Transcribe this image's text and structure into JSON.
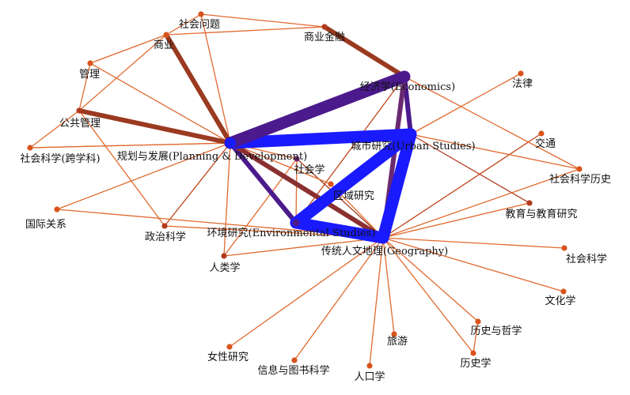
{
  "network": {
    "nodes": [
      {
        "id": "social_problems",
        "label": "社会问题",
        "color": "#d9541c",
        "size": "small"
      },
      {
        "id": "business_finance",
        "label": "商业金融",
        "color": "#b33a1f",
        "size": "small"
      },
      {
        "id": "commerce",
        "label": "商业",
        "color": "#d9541c",
        "size": "small"
      },
      {
        "id": "management",
        "label": "管理",
        "color": "#d9541c",
        "size": "small"
      },
      {
        "id": "public_management",
        "label": "公共管理",
        "color": "#b33a1f",
        "size": "small"
      },
      {
        "id": "social_science_interdisc",
        "label": "社会科学(跨学科)",
        "color": "#d9541c",
        "size": "small"
      },
      {
        "id": "planning",
        "label": "规划与发展(Planning & Development)",
        "color": "#1a1aff",
        "size": "large"
      },
      {
        "id": "economics",
        "label": "经济学(Economics)",
        "color": "#4b1a8c",
        "size": "medium"
      },
      {
        "id": "urban",
        "label": "城市研究(Urban Studies)",
        "color": "#1a1aff",
        "size": "large"
      },
      {
        "id": "law",
        "label": "法律",
        "color": "#d9541c",
        "size": "small"
      },
      {
        "id": "transport",
        "label": "交通",
        "color": "#d9541c",
        "size": "small"
      },
      {
        "id": "social_science_history",
        "label": "社会科学历史",
        "color": "#d9541c",
        "size": "small"
      },
      {
        "id": "sociology",
        "label": "社会学",
        "color": "#6a2a70",
        "size": "small"
      },
      {
        "id": "area_studies",
        "label": "区域研究",
        "color": "#d9541c",
        "size": "small"
      },
      {
        "id": "education",
        "label": "教育与教育研究",
        "color": "#b33a1f",
        "size": "small"
      },
      {
        "id": "international_relations",
        "label": "国际关系",
        "color": "#d9541c",
        "size": "small"
      },
      {
        "id": "political_science",
        "label": "政治科学",
        "color": "#b33a1f",
        "size": "small"
      },
      {
        "id": "environmental",
        "label": "环境研究(Environmental Studies)",
        "color": "#4b1a8c",
        "size": "medium"
      },
      {
        "id": "geography",
        "label": "传统人文地理(Geography)",
        "color": "#1a1aff",
        "size": "large"
      },
      {
        "id": "anthropology",
        "label": "人类学",
        "color": "#b33a1f",
        "size": "small"
      },
      {
        "id": "social_sciences",
        "label": "社会科学",
        "color": "#d9541c",
        "size": "small"
      },
      {
        "id": "cultural_studies",
        "label": "文化学",
        "color": "#d9541c",
        "size": "small"
      },
      {
        "id": "history_philosophy",
        "label": "历史与哲学",
        "color": "#d9541c",
        "size": "small"
      },
      {
        "id": "womens_studies",
        "label": "女性研究",
        "color": "#d9541c",
        "size": "small"
      },
      {
        "id": "tourism",
        "label": "旅游",
        "color": "#d9541c",
        "size": "small"
      },
      {
        "id": "info_library",
        "label": "信息与图书科学",
        "color": "#d9541c",
        "size": "small"
      },
      {
        "id": "history",
        "label": "历史学",
        "color": "#d9541c",
        "size": "small"
      },
      {
        "id": "demography",
        "label": "人口学",
        "color": "#d9541c",
        "size": "small"
      }
    ],
    "edges": [
      {
        "from": "planning",
        "to": "urban",
        "strength": "heavy",
        "color": "#1a1aff"
      },
      {
        "from": "urban",
        "to": "environmental",
        "strength": "heavy",
        "color": "#1a1aff"
      },
      {
        "from": "urban",
        "to": "geography",
        "strength": "heavy",
        "color": "#1a1aff"
      },
      {
        "from": "environmental",
        "to": "geography",
        "strength": "heavy",
        "color": "#1a1aff"
      },
      {
        "from": "planning",
        "to": "economics",
        "strength": "heavy",
        "color": "#4b1a8c"
      },
      {
        "from": "planning",
        "to": "environmental",
        "strength": "medium",
        "color": "#4b1a8c"
      },
      {
        "from": "economics",
        "to": "urban",
        "strength": "medium",
        "color": "#4b1a8c"
      },
      {
        "from": "economics",
        "to": "geography",
        "strength": "medium",
        "color": "#6a2a70"
      },
      {
        "from": "urban",
        "to": "geography",
        "strength": "medium",
        "color": "#6a2a70"
      },
      {
        "from": "planning",
        "to": "geography",
        "strength": "medium",
        "color": "#8a3030"
      },
      {
        "from": "commerce",
        "to": "planning",
        "strength": "medium",
        "color": "#9a3a20"
      },
      {
        "from": "public_management",
        "to": "planning",
        "strength": "medium",
        "color": "#9a3a20"
      },
      {
        "from": "business_finance",
        "to": "economics",
        "strength": "medium",
        "color": "#9a3a20"
      },
      {
        "from": "economics",
        "to": "business_finance",
        "strength": "thin",
        "color": "#b33a1f"
      },
      {
        "from": "economics",
        "to": "environmental",
        "strength": "thin",
        "color": "#c0461c"
      },
      {
        "from": "sociology",
        "to": "geography",
        "strength": "thin",
        "color": "#9a3a20"
      },
      {
        "from": "urban",
        "to": "education",
        "strength": "thin",
        "color": "#b33a1f"
      },
      {
        "from": "geography",
        "to": "transport",
        "strength": "thin",
        "color": "#c0461c"
      },
      {
        "from": "political_science",
        "to": "planning",
        "strength": "thin",
        "color": "#c0461c"
      },
      {
        "from": "social_problems",
        "to": "commerce",
        "strength": "thin",
        "color": "#e06a30"
      },
      {
        "from": "social_problems",
        "to": "business_finance",
        "strength": "thin",
        "color": "#e06a30"
      },
      {
        "from": "social_problems",
        "to": "planning",
        "strength": "thin",
        "color": "#e06a30"
      },
      {
        "from": "commerce",
        "to": "management",
        "strength": "thin",
        "color": "#e06a30"
      },
      {
        "from": "commerce",
        "to": "public_management",
        "strength": "thin",
        "color": "#e06a30"
      },
      {
        "from": "commerce",
        "to": "business_finance",
        "strength": "thin",
        "color": "#e06a30"
      },
      {
        "from": "management",
        "to": "public_management",
        "strength": "thin",
        "color": "#e06a30"
      },
      {
        "from": "management",
        "to": "planning",
        "strength": "thin",
        "color": "#e06a30"
      },
      {
        "from": "public_management",
        "to": "social_science_interdisc",
        "strength": "thin",
        "color": "#e06a30"
      },
      {
        "from": "public_management",
        "to": "political_science",
        "strength": "thin",
        "color": "#e06a30"
      },
      {
        "from": "social_science_interdisc",
        "to": "planning",
        "strength": "thin",
        "color": "#e06a30"
      },
      {
        "from": "international_relations",
        "to": "planning",
        "strength": "thin",
        "color": "#e06a30"
      },
      {
        "from": "international_relations",
        "to": "geography",
        "strength": "thin",
        "color": "#e06a30"
      },
      {
        "from": "political_science",
        "to": "geography",
        "strength": "thin",
        "color": "#e06a30"
      },
      {
        "from": "anthropology",
        "to": "planning",
        "strength": "thin",
        "color": "#e06a30"
      },
      {
        "from": "anthropology",
        "to": "geography",
        "strength": "thin",
        "color": "#e06a30"
      },
      {
        "from": "anthropology",
        "to": "sociology",
        "strength": "thin",
        "color": "#e06a30"
      },
      {
        "from": "law",
        "to": "urban",
        "strength": "thin",
        "color": "#e06a30"
      },
      {
        "from": "economics",
        "to": "social_science_history",
        "strength": "thin",
        "color": "#e06a30"
      },
      {
        "from": "urban",
        "to": "social_science_history",
        "strength": "thin",
        "color": "#e06a30"
      },
      {
        "from": "geography",
        "to": "social_science_history",
        "strength": "thin",
        "color": "#e06a30"
      },
      {
        "from": "geography",
        "to": "education",
        "strength": "thin",
        "color": "#e06a30"
      },
      {
        "from": "geography",
        "to": "social_sciences",
        "strength": "thin",
        "color": "#e06a30"
      },
      {
        "from": "geography",
        "to": "cultural_studies",
        "strength": "thin",
        "color": "#e06a30"
      },
      {
        "from": "geography",
        "to": "history_philosophy",
        "strength": "thin",
        "color": "#e06a30"
      },
      {
        "from": "geography",
        "to": "history",
        "strength": "thin",
        "color": "#e06a30"
      },
      {
        "from": "geography",
        "to": "demography",
        "strength": "thin",
        "color": "#e06a30"
      },
      {
        "from": "geography",
        "to": "tourism",
        "strength": "thin",
        "color": "#e06a30"
      },
      {
        "from": "geography",
        "to": "info_library",
        "strength": "thin",
        "color": "#e06a30"
      },
      {
        "from": "geography",
        "to": "womens_studies",
        "strength": "thin",
        "color": "#e06a30"
      },
      {
        "from": "geography",
        "to": "area_studies",
        "strength": "thin",
        "color": "#e06a30"
      },
      {
        "from": "area_studies",
        "to": "planning",
        "strength": "thin",
        "color": "#e06a30"
      },
      {
        "from": "sociology",
        "to": "planning",
        "strength": "thin",
        "color": "#e06a30"
      },
      {
        "from": "sociology",
        "to": "environmental",
        "strength": "thin",
        "color": "#e06a30"
      },
      {
        "from": "history_philosophy",
        "to": "history",
        "strength": "thin",
        "color": "#e06a30"
      },
      {
        "from": "planning",
        "to": "social_science_interdisc",
        "strength": "thin",
        "color": "#e06a30"
      }
    ]
  }
}
